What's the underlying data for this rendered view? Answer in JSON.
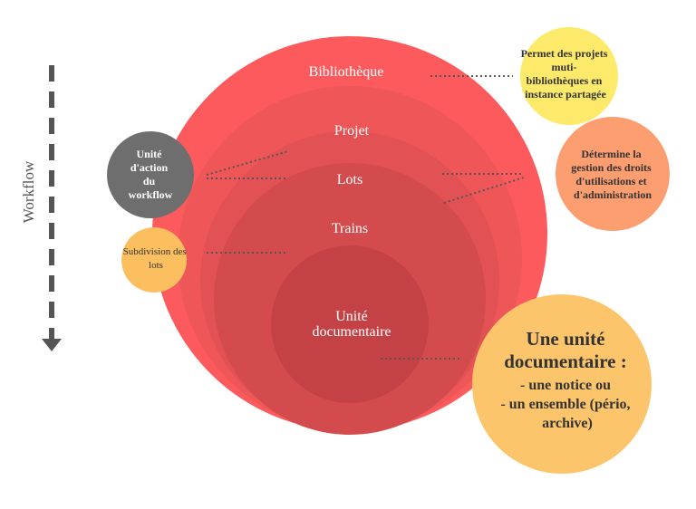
{
  "workflow_axis": {
    "label": "Workflow"
  },
  "levels": {
    "bibliotheque": "Bibliothèque",
    "projet": "Projet",
    "lots": "Lots",
    "trains": "Trains",
    "unite_line1": "Unité",
    "unite_line2": "documentaire"
  },
  "bubbles": {
    "yellow_top": [
      "Permet des projets",
      "muti-",
      "bibliothèques en",
      "instance partagée"
    ],
    "orange_right": [
      "Détermine la",
      "gestion des droits",
      "d'utilisations et",
      "d'administration"
    ],
    "gray_left": [
      "Unité",
      "d'action",
      "du",
      "workflow"
    ],
    "small_left": [
      "Subdivision des",
      "lots"
    ],
    "big_bottom": [
      "Une unité",
      "documentaire :",
      "- une notice ou",
      "- un ensemble (pério,",
      "archive)"
    ]
  },
  "colors": {
    "outer_circle": "#fd5a5d",
    "ring_projet": "#ee5658",
    "ring_lots": "#e25153",
    "ring_trains": "#d44b4d",
    "ring_unite": "#c44245",
    "yellow": "#fde96a",
    "orange": "#fc9e70",
    "gray": "#6e6e6e",
    "light_orange": "#fbbf60",
    "big_bubble": "#fcc46b"
  }
}
